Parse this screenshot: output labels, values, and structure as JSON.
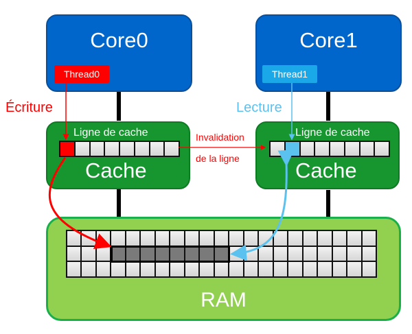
{
  "cores": [
    {
      "title": "Core0",
      "thread": "Thread0",
      "thread_color": "#ff0000"
    },
    {
      "title": "Core1",
      "thread": "Thread1",
      "thread_color": "#1aa8e8"
    }
  ],
  "caches": [
    {
      "title": "Cache",
      "line_label": "Ligne de cache",
      "cells": 8,
      "highlight_index": 0,
      "highlight_color": "#ff0000"
    },
    {
      "title": "Cache",
      "line_label": "Ligne de cache",
      "cells": 8,
      "highlight_index": 1,
      "highlight_color": "#5bc2ef"
    }
  ],
  "ram": {
    "title": "RAM",
    "rows": 3,
    "cols": 21,
    "highlight_row": 1,
    "highlight_start_col": 3,
    "highlight_length": 8
  },
  "annotations": {
    "write": "Écriture",
    "read": "Lecture",
    "invalidation_line1": "Invalidation",
    "invalidation_line2": "de la ligne"
  },
  "colors": {
    "write": "#ff0000",
    "read": "#5bc2ef",
    "core": "#0066cc",
    "cache": "#17952f",
    "ram": "#92d050"
  }
}
